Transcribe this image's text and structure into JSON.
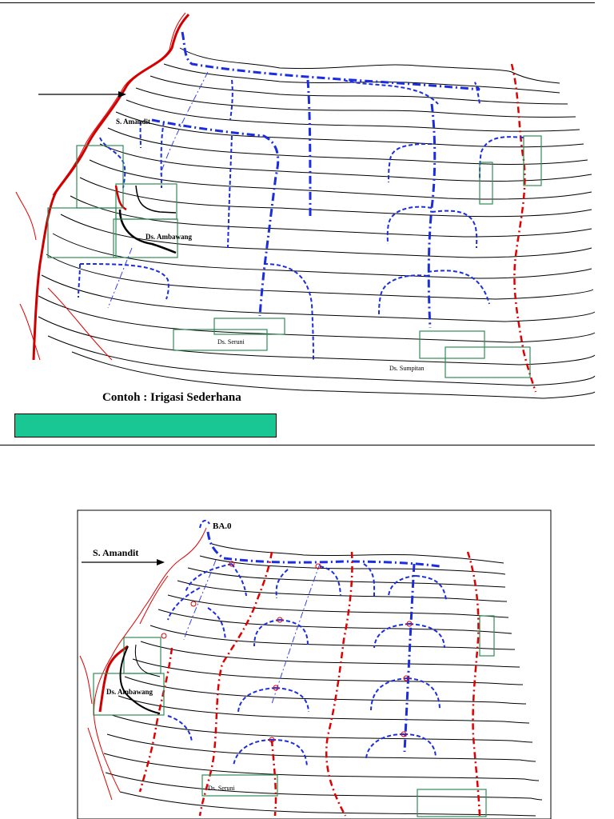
{
  "diagram1": {
    "label_river": "S. Amandit",
    "label_village_ambawang": "Ds. Ambawang",
    "label_village_seruni": "Ds. Seruni",
    "label_village_sumpitan": "Ds. Sumpitan",
    "caption": "Contoh : Irigasi Sederhana",
    "caption_bar_color": "#19c795"
  },
  "diagram2": {
    "label_weir": "BA.0",
    "label_river": "S. Amandit",
    "label_village_ambawang": "Ds. Ambawang",
    "label_village_seruni": "Ds. Seruni"
  }
}
